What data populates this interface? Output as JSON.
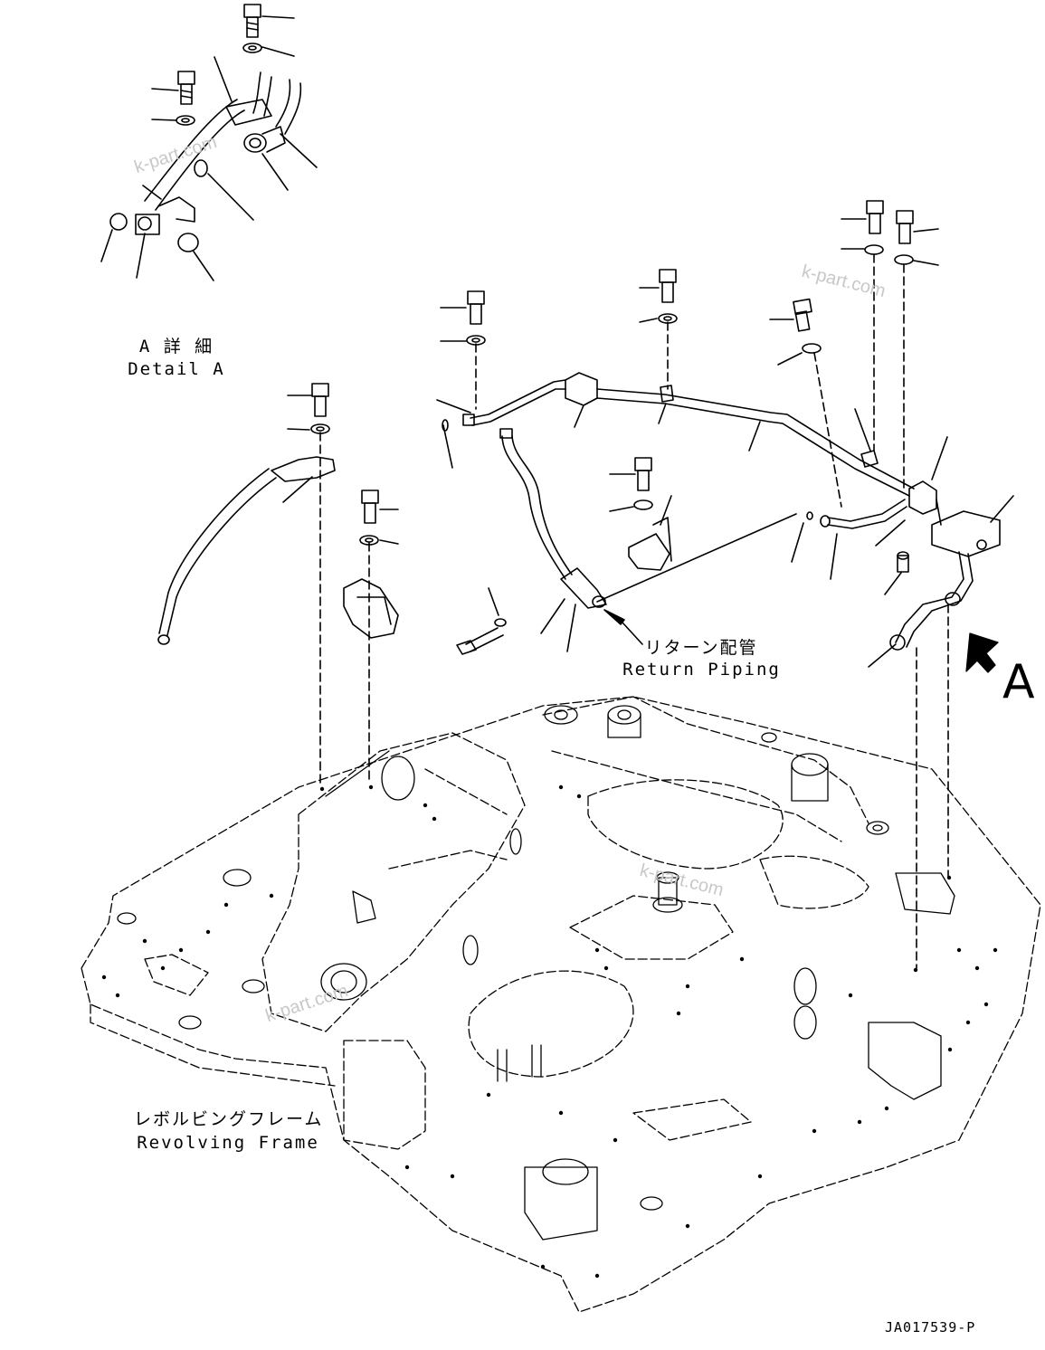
{
  "detail_a": {
    "jp": "A 詳 細",
    "en": "Detail A"
  },
  "return_piping": {
    "jp": "リターン配管",
    "en": "Return Piping"
  },
  "revolving_frame": {
    "jp": "レボルビングフレーム",
    "en": "Revolving Frame"
  },
  "view_marker": "A",
  "watermark": "k-part.com",
  "document_number": "JA017539-P"
}
